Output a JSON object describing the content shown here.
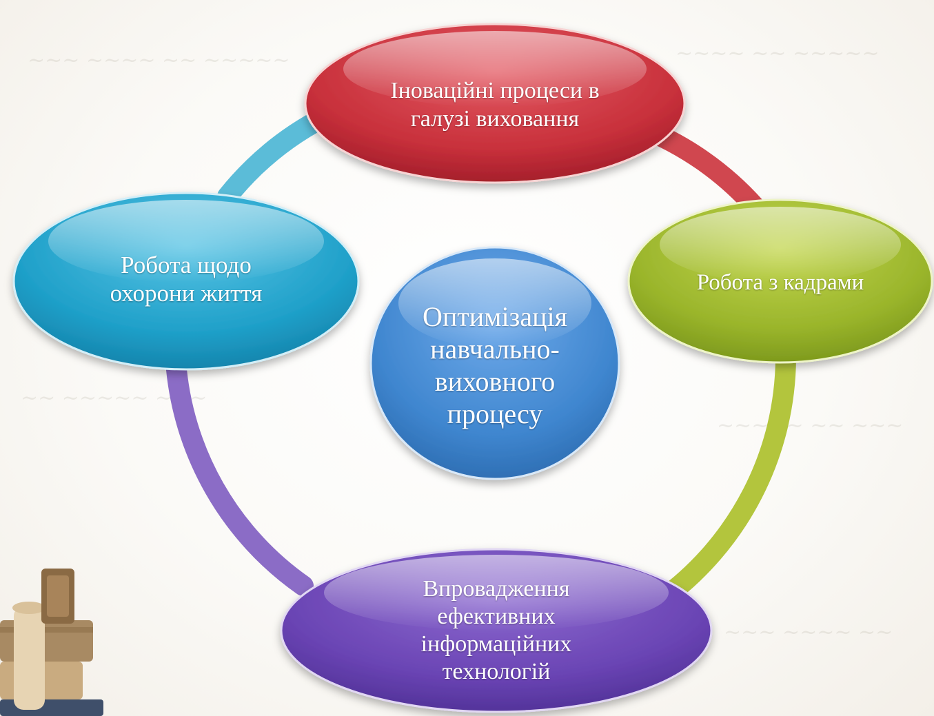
{
  "diagram": {
    "center": {
      "label": "Оптимізація\nнавчально-\nвиховного\nпроцесу",
      "color": "#3f86cf"
    },
    "nodes": [
      {
        "id": "innovation",
        "label": "Іноваційні процеси в\nгалузі виховання",
        "color": "#c8303b",
        "ring_color": "#d0474f"
      },
      {
        "id": "staff",
        "label": "Робота з кадрами",
        "color": "#9ab52b",
        "ring_color": "#b3c53d"
      },
      {
        "id": "technologies",
        "label": "Впровадження\nефективних\nінформаційних\nтехнологій",
        "color": "#6a44b4",
        "ring_color": "#8b6cc6"
      },
      {
        "id": "life-safety",
        "label": "Робота щодо\nохорони життя",
        "color": "#1fa0c9",
        "ring_color": "#5bbcd8"
      }
    ]
  },
  "colors": {
    "background": "#fbf9f6",
    "text": "#ffffff"
  }
}
